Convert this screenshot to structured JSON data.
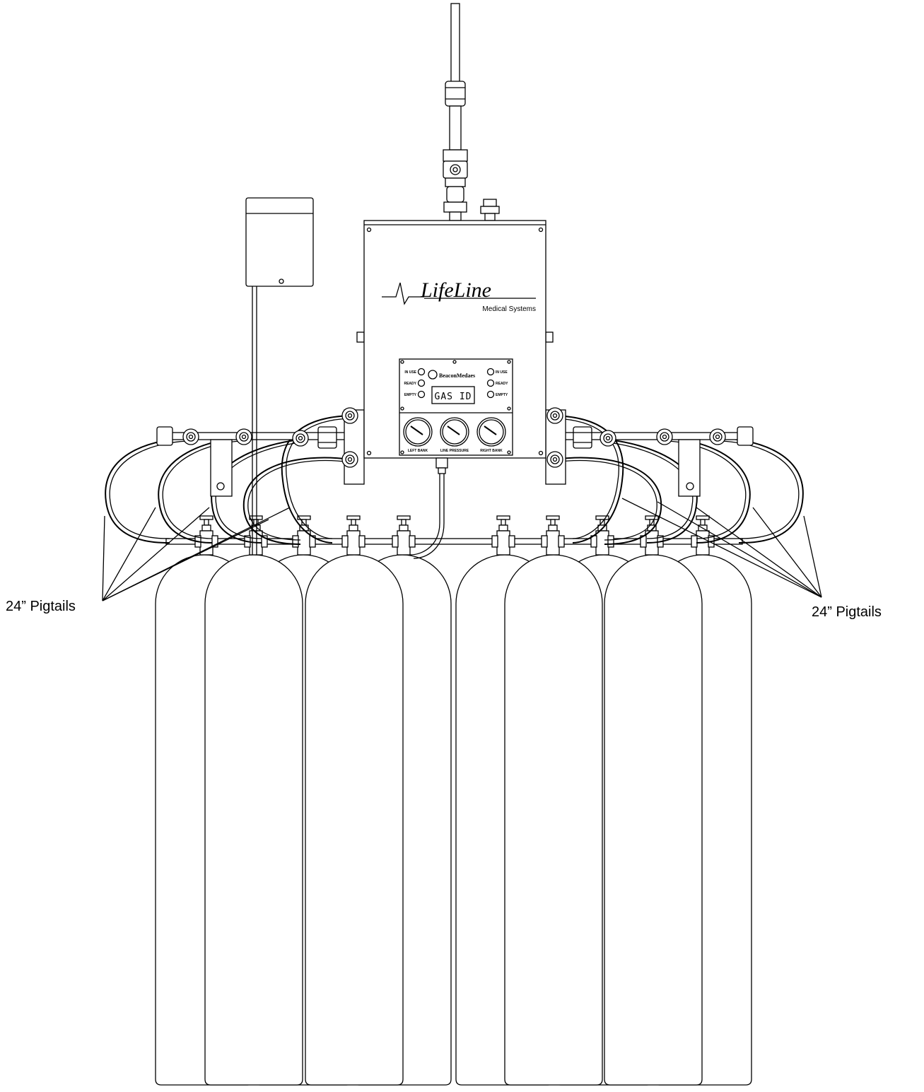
{
  "brand": {
    "logo_text": "LifeLine",
    "tagline": "Medical Systems",
    "panel_logo": "BeaconMedaes"
  },
  "panel": {
    "display": "GAS ID",
    "left_indicators": [
      "IN USE",
      "READY",
      "EMPTY"
    ],
    "right_indicators": [
      "IN USE",
      "READY",
      "EMPTY"
    ],
    "gauges": [
      "LEFT BANK",
      "LINE PRESSURE",
      "RIGHT BANK"
    ]
  },
  "callouts": {
    "left": "24” Pigtails",
    "right": "24” Pigtails"
  },
  "cylinders": {
    "left_bank_count": 5,
    "right_bank_count": 5
  },
  "icons": {
    "valve": "valve-icon",
    "gauge": "pressure-gauge-icon",
    "led": "indicator-led-icon"
  }
}
